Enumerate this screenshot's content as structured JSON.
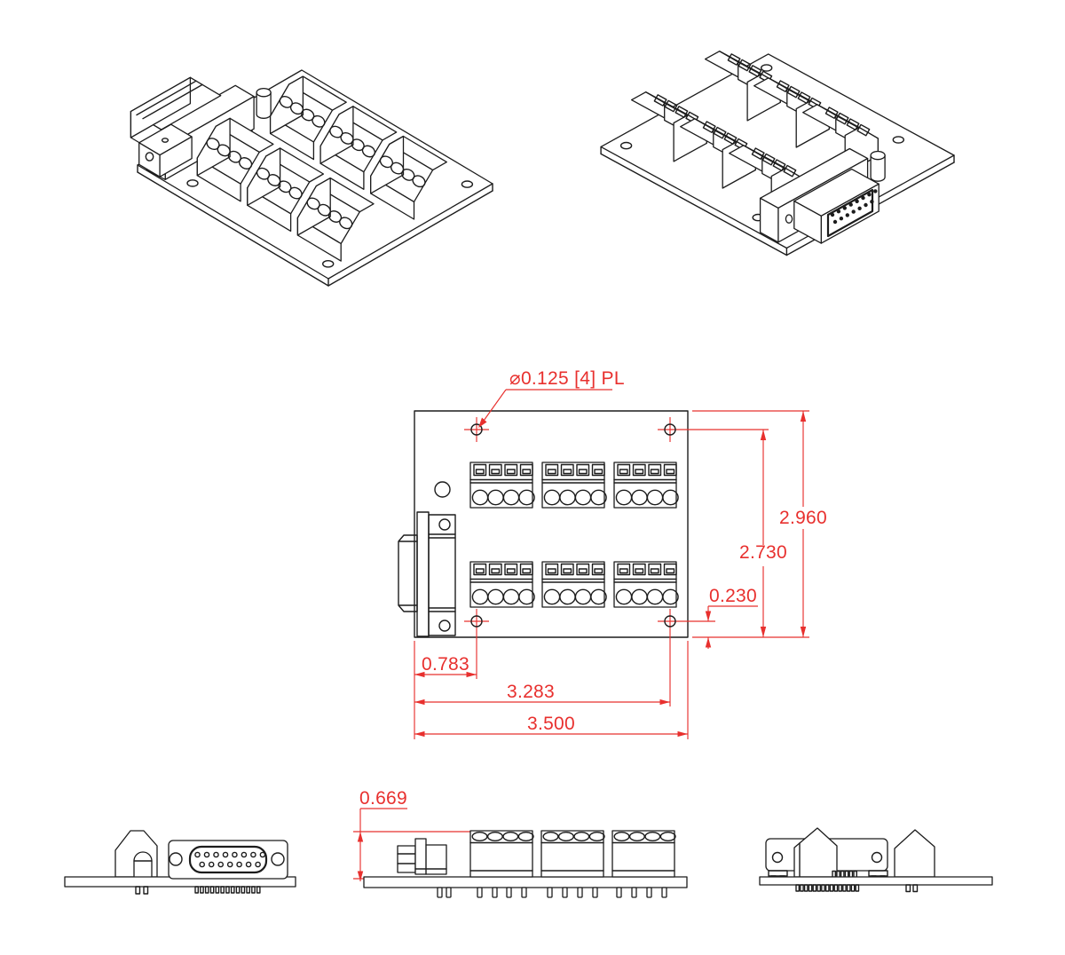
{
  "drawing": {
    "dimensions": {
      "hole_callout": "⌀0.125 [4] PL",
      "board_height": "2.960",
      "hole_span_vertical": "2.730",
      "hole_edge_offset": "0.230",
      "hole_left_offset": "0.783",
      "hole_span_horizontal": "3.283",
      "board_width": "3.500",
      "block_height": "0.669"
    },
    "colors": {
      "dim": "#e8302e",
      "ink": "#1c1c1c",
      "paper": "#ffffff"
    }
  }
}
